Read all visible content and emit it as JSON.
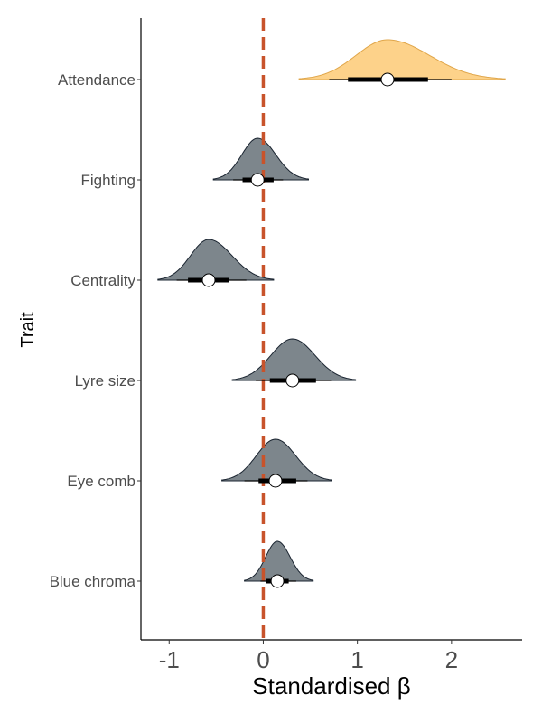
{
  "chart_data": {
    "type": "halfeye",
    "xlabel": "Standardised β",
    "ylabel": "Trait",
    "xlim": [
      -1.3,
      2.75
    ],
    "xticks": [
      -1,
      0,
      1,
      2
    ],
    "xtick_labels": [
      "-1",
      "0",
      "1",
      "2"
    ],
    "reference_line": {
      "x": 0,
      "style": "dashed",
      "color": "#c8532b"
    },
    "grid": false,
    "colors": {
      "highlight": "#fdd28a",
      "highlight_stroke": "#e0a64a",
      "default": "#7d868c",
      "default_stroke": "#1a2430"
    },
    "traits": [
      {
        "name": "Attendance",
        "median": 1.32,
        "ci_inner": [
          0.9,
          1.75
        ],
        "ci_outer": [
          0.7,
          2.0
        ],
        "range": [
          0.38,
          2.57
        ],
        "highlight": true
      },
      {
        "name": "Fighting",
        "median": -0.06,
        "ci_inner": [
          -0.22,
          0.11
        ],
        "ci_outer": [
          -0.32,
          0.21
        ],
        "range": [
          -0.53,
          0.48
        ],
        "highlight": false
      },
      {
        "name": "Centrality",
        "median": -0.58,
        "ci_inner": [
          -0.8,
          -0.36
        ],
        "ci_outer": [
          -0.92,
          -0.18
        ],
        "range": [
          -1.12,
          0.11
        ],
        "highlight": false
      },
      {
        "name": "Lyre size",
        "median": 0.31,
        "ci_inner": [
          0.07,
          0.56
        ],
        "ci_outer": [
          -0.08,
          0.72
        ],
        "range": [
          -0.33,
          0.98
        ],
        "highlight": false
      },
      {
        "name": "Eye comb",
        "median": 0.13,
        "ci_inner": [
          -0.05,
          0.35
        ],
        "ci_outer": [
          -0.2,
          0.47
        ],
        "range": [
          -0.44,
          0.73
        ],
        "highlight": false
      },
      {
        "name": "Blue chroma",
        "median": 0.15,
        "ci_inner": [
          0.03,
          0.27
        ],
        "ci_outer": [
          -0.03,
          0.35
        ],
        "range": [
          -0.2,
          0.53
        ],
        "highlight": false
      }
    ]
  }
}
